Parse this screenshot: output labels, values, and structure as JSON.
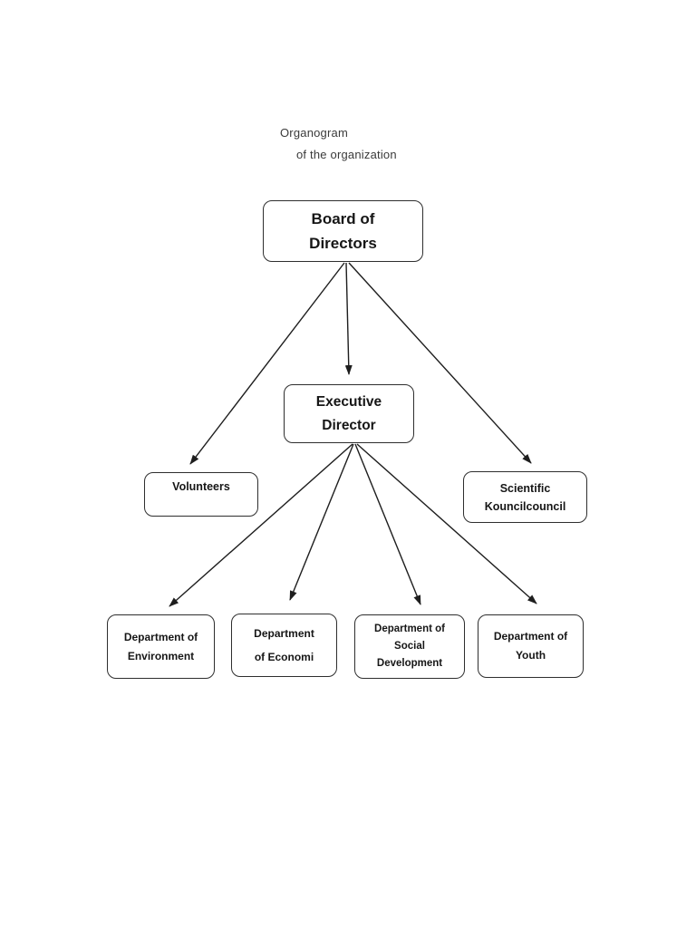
{
  "title": {
    "line1": "Organogram",
    "line2": "of the organization"
  },
  "nodes": {
    "board": {
      "lines": [
        "Board of",
        "Directors"
      ]
    },
    "executive": {
      "lines": [
        "Executive",
        "Director"
      ]
    },
    "volunteers": {
      "lines": [
        "Volunteers"
      ]
    },
    "scientific": {
      "lines": [
        "Scientific",
        "Kouncilcouncil"
      ]
    },
    "dept_environment": {
      "lines": [
        "Department of",
        "Environment"
      ]
    },
    "dept_economi": {
      "lines": [
        "Department",
        "of Economi"
      ]
    },
    "dept_social": {
      "lines": [
        "Department of",
        "Social",
        "Development"
      ]
    },
    "dept_youth": {
      "lines": [
        "Department of",
        "Youth"
      ]
    }
  },
  "edges": [
    {
      "from": "board",
      "to": "executive"
    },
    {
      "from": "board",
      "to": "volunteers"
    },
    {
      "from": "board",
      "to": "scientific"
    },
    {
      "from": "executive",
      "to": "dept_environment"
    },
    {
      "from": "executive",
      "to": "dept_economi"
    },
    {
      "from": "executive",
      "to": "dept_social"
    },
    {
      "from": "executive",
      "to": "dept_youth"
    }
  ],
  "colors": {
    "background": "#ffffff",
    "ink": "#1e1e1e",
    "box_border": "#2e2e2e",
    "title_text": "#3a3a3a"
  }
}
